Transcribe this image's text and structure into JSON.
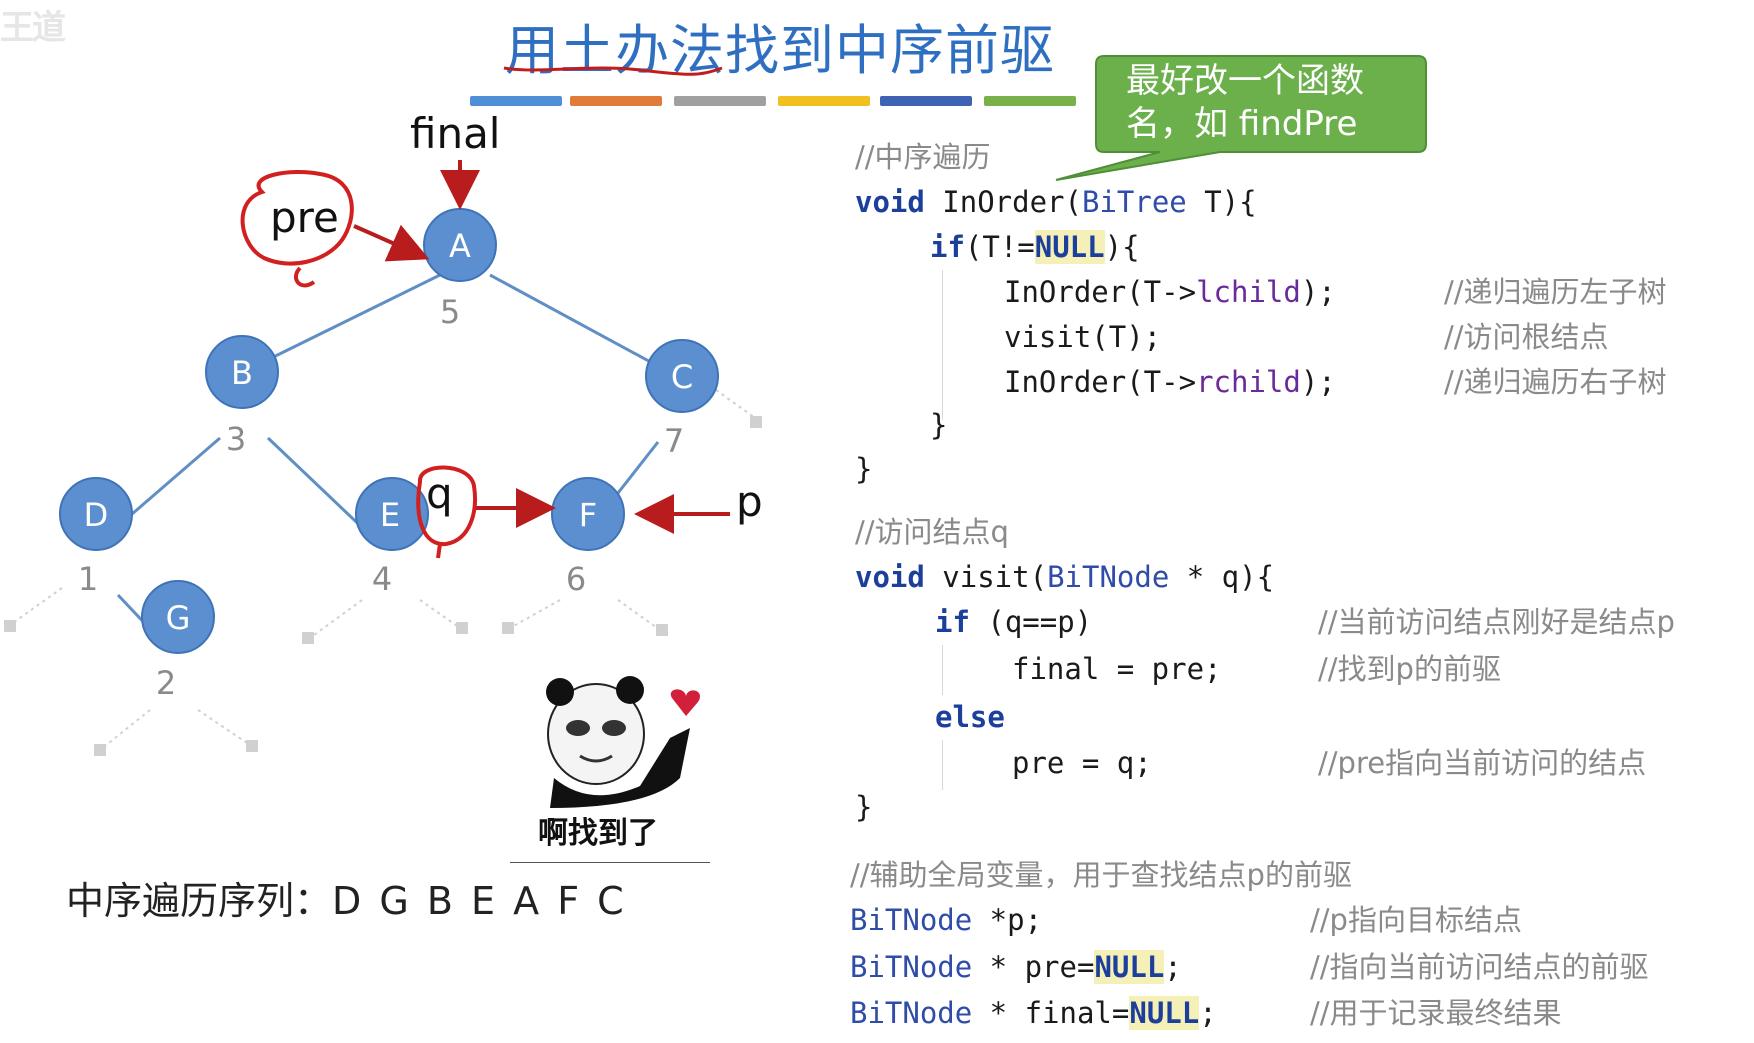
{
  "title": "用土办法找到中序前驱",
  "watermark_logo": "王道",
  "callout": {
    "line1": "最好改一个函数",
    "line2": "名，如 findPre"
  },
  "tree": {
    "nodes": [
      {
        "id": "A",
        "order": "5"
      },
      {
        "id": "B",
        "order": "3"
      },
      {
        "id": "C",
        "order": "7"
      },
      {
        "id": "D",
        "order": "1"
      },
      {
        "id": "E",
        "order": "4"
      },
      {
        "id": "F",
        "order": "6"
      },
      {
        "id": "G",
        "order": "2"
      }
    ],
    "pointers": {
      "final": "final",
      "pre": "pre",
      "q": "q",
      "p": "p"
    }
  },
  "inorder_sequence_label": "中序遍历序列：",
  "inorder_sequence": "D G B E A F C",
  "meme_caption": "啊找到了",
  "code": {
    "c1": "//中序遍历",
    "l1_kw": "void",
    "l1_name": " InOrder(",
    "l1_type": "BiTree",
    "l1_rest": " T){",
    "l2_kw": "if",
    "l2_a": "(T!=",
    "l2_null": "NULL",
    "l2_b": "){",
    "l3_a": "InOrder(T->",
    "l3_fld": "lchild",
    "l3_b": ");",
    "l3_c": "//递归遍历左子树",
    "l4": "visit(T);",
    "l4_c": "//访问根结点",
    "l5_a": "InOrder(T->",
    "l5_fld": "rchild",
    "l5_b": ");",
    "l5_c": "//递归遍历右子树",
    "l6": "}",
    "l7": "}",
    "c2": "//访问结点q",
    "v1_kw": "void",
    "v1_a": " visit(",
    "v1_type": "BiTNode",
    "v1_b": " * q){",
    "v2_kw": "if",
    "v2_a": " (q==p)",
    "v2_c": "//当前访问结点刚好是结点p",
    "v3": "final = pre;",
    "v3_c": "//找到p的前驱",
    "v4_kw": "else",
    "v5": "pre = q;",
    "v5_c": "//pre指向当前访问的结点",
    "v6": "}",
    "c3": "//辅助全局变量，用于查找结点p的前驱",
    "g1_type": "BiTNode",
    "g1_a": " *p;",
    "g1_c": "//p指向目标结点",
    "g2_type": "BiTNode",
    "g2_a": " * pre=",
    "g2_null": "NULL",
    "g2_b": ";",
    "g2_c": "//指向当前访问结点的前驱",
    "g3_type": "BiTNode",
    "g3_a": " * final=",
    "g3_null": "NULL",
    "g3_b": ";",
    "g3_c": "//用于记录最终结果"
  },
  "colors": {
    "title": "#2f6fc1",
    "node_fill": "#5b8fd0",
    "edge": "#5f8fc4",
    "arrow": "#b81c1c",
    "callout_fill": "#6cb04c",
    "bars": [
      "#4f8fd6",
      "#e07b39",
      "#a0a0a0",
      "#f0c020",
      "#3e63b5",
      "#78b04a"
    ]
  }
}
